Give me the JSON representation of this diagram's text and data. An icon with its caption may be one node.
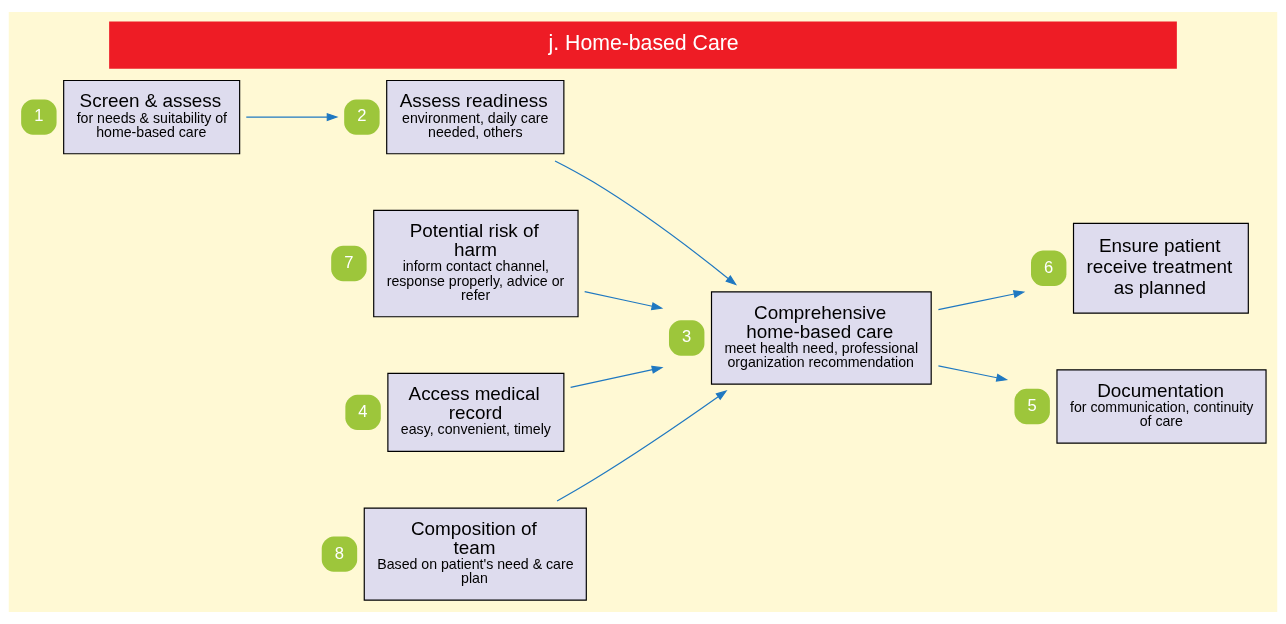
{
  "diagram": {
    "title": "j. Home-based Care",
    "nodes": [
      {
        "text": [
          "Screen & assess",
          "for needs & suitability of home-based care"
        ],
        "beside": [
          "1"
        ]
      },
      {
        "text": [
          "Assess readiness",
          "environment, daily care needed, others"
        ],
        "beside": [
          "2"
        ]
      },
      {
        "text": [
          "Potential risk of harm",
          "inform contact channel, response properly, advice or refer"
        ],
        "beside": [
          "7"
        ]
      },
      {
        "text": [
          "Comprehensive home-based care",
          "meet health need, professional organization recommendation"
        ],
        "beside": [
          "3"
        ]
      },
      {
        "text": [
          "Access medical record",
          "easy, convenient, timely"
        ],
        "beside": [
          "4"
        ]
      },
      {
        "text": [
          "Ensure patient receive treatment as planned"
        ],
        "beside": [
          "6"
        ]
      },
      {
        "text": [
          "Composition of team",
          "Based on patient's need & care plan"
        ],
        "beside": [
          "8"
        ]
      },
      {
        "text": [
          "Documentation",
          "for communication, continuity of care"
        ],
        "beside": [
          "5"
        ]
      }
    ],
    "edges": [
      {
        "from": 0,
        "to": 1,
        "arrow": "to"
      },
      {
        "from": 1,
        "to": 3,
        "arrow": "to"
      },
      {
        "from": 4,
        "to": 3,
        "arrow": "to"
      },
      {
        "from": 6,
        "to": 3,
        "arrow": "to"
      },
      {
        "from": 2,
        "to": 3,
        "arrow": "to"
      },
      {
        "from": 3,
        "to": 5,
        "arrow": "to"
      },
      {
        "from": 3,
        "to": 7,
        "arrow": "to"
      }
    ]
  }
}
